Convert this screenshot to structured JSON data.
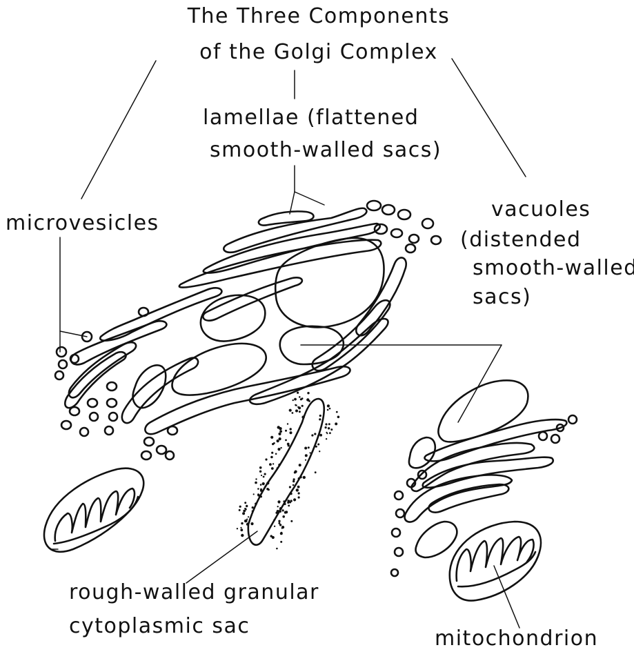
{
  "title": {
    "line1": "The Three Components",
    "line2": "of the Golgi Complex"
  },
  "labels": {
    "lamellae_line1": "lamellae (flattened",
    "lamellae_line2": "smooth-walled sacs)",
    "microvesicles": "microvesicles",
    "vacuoles_line1": "vacuoles",
    "vacuoles_line2": "(distended",
    "vacuoles_line3": "smooth-walled",
    "vacuoles_line4": "sacs)",
    "rough_line1": "rough-walled granular",
    "rough_line2": "cytoplasmic  sac",
    "mitochondrion": "mitochondrion"
  },
  "colors": {
    "ink": "#111111",
    "background": "#ffffff"
  }
}
